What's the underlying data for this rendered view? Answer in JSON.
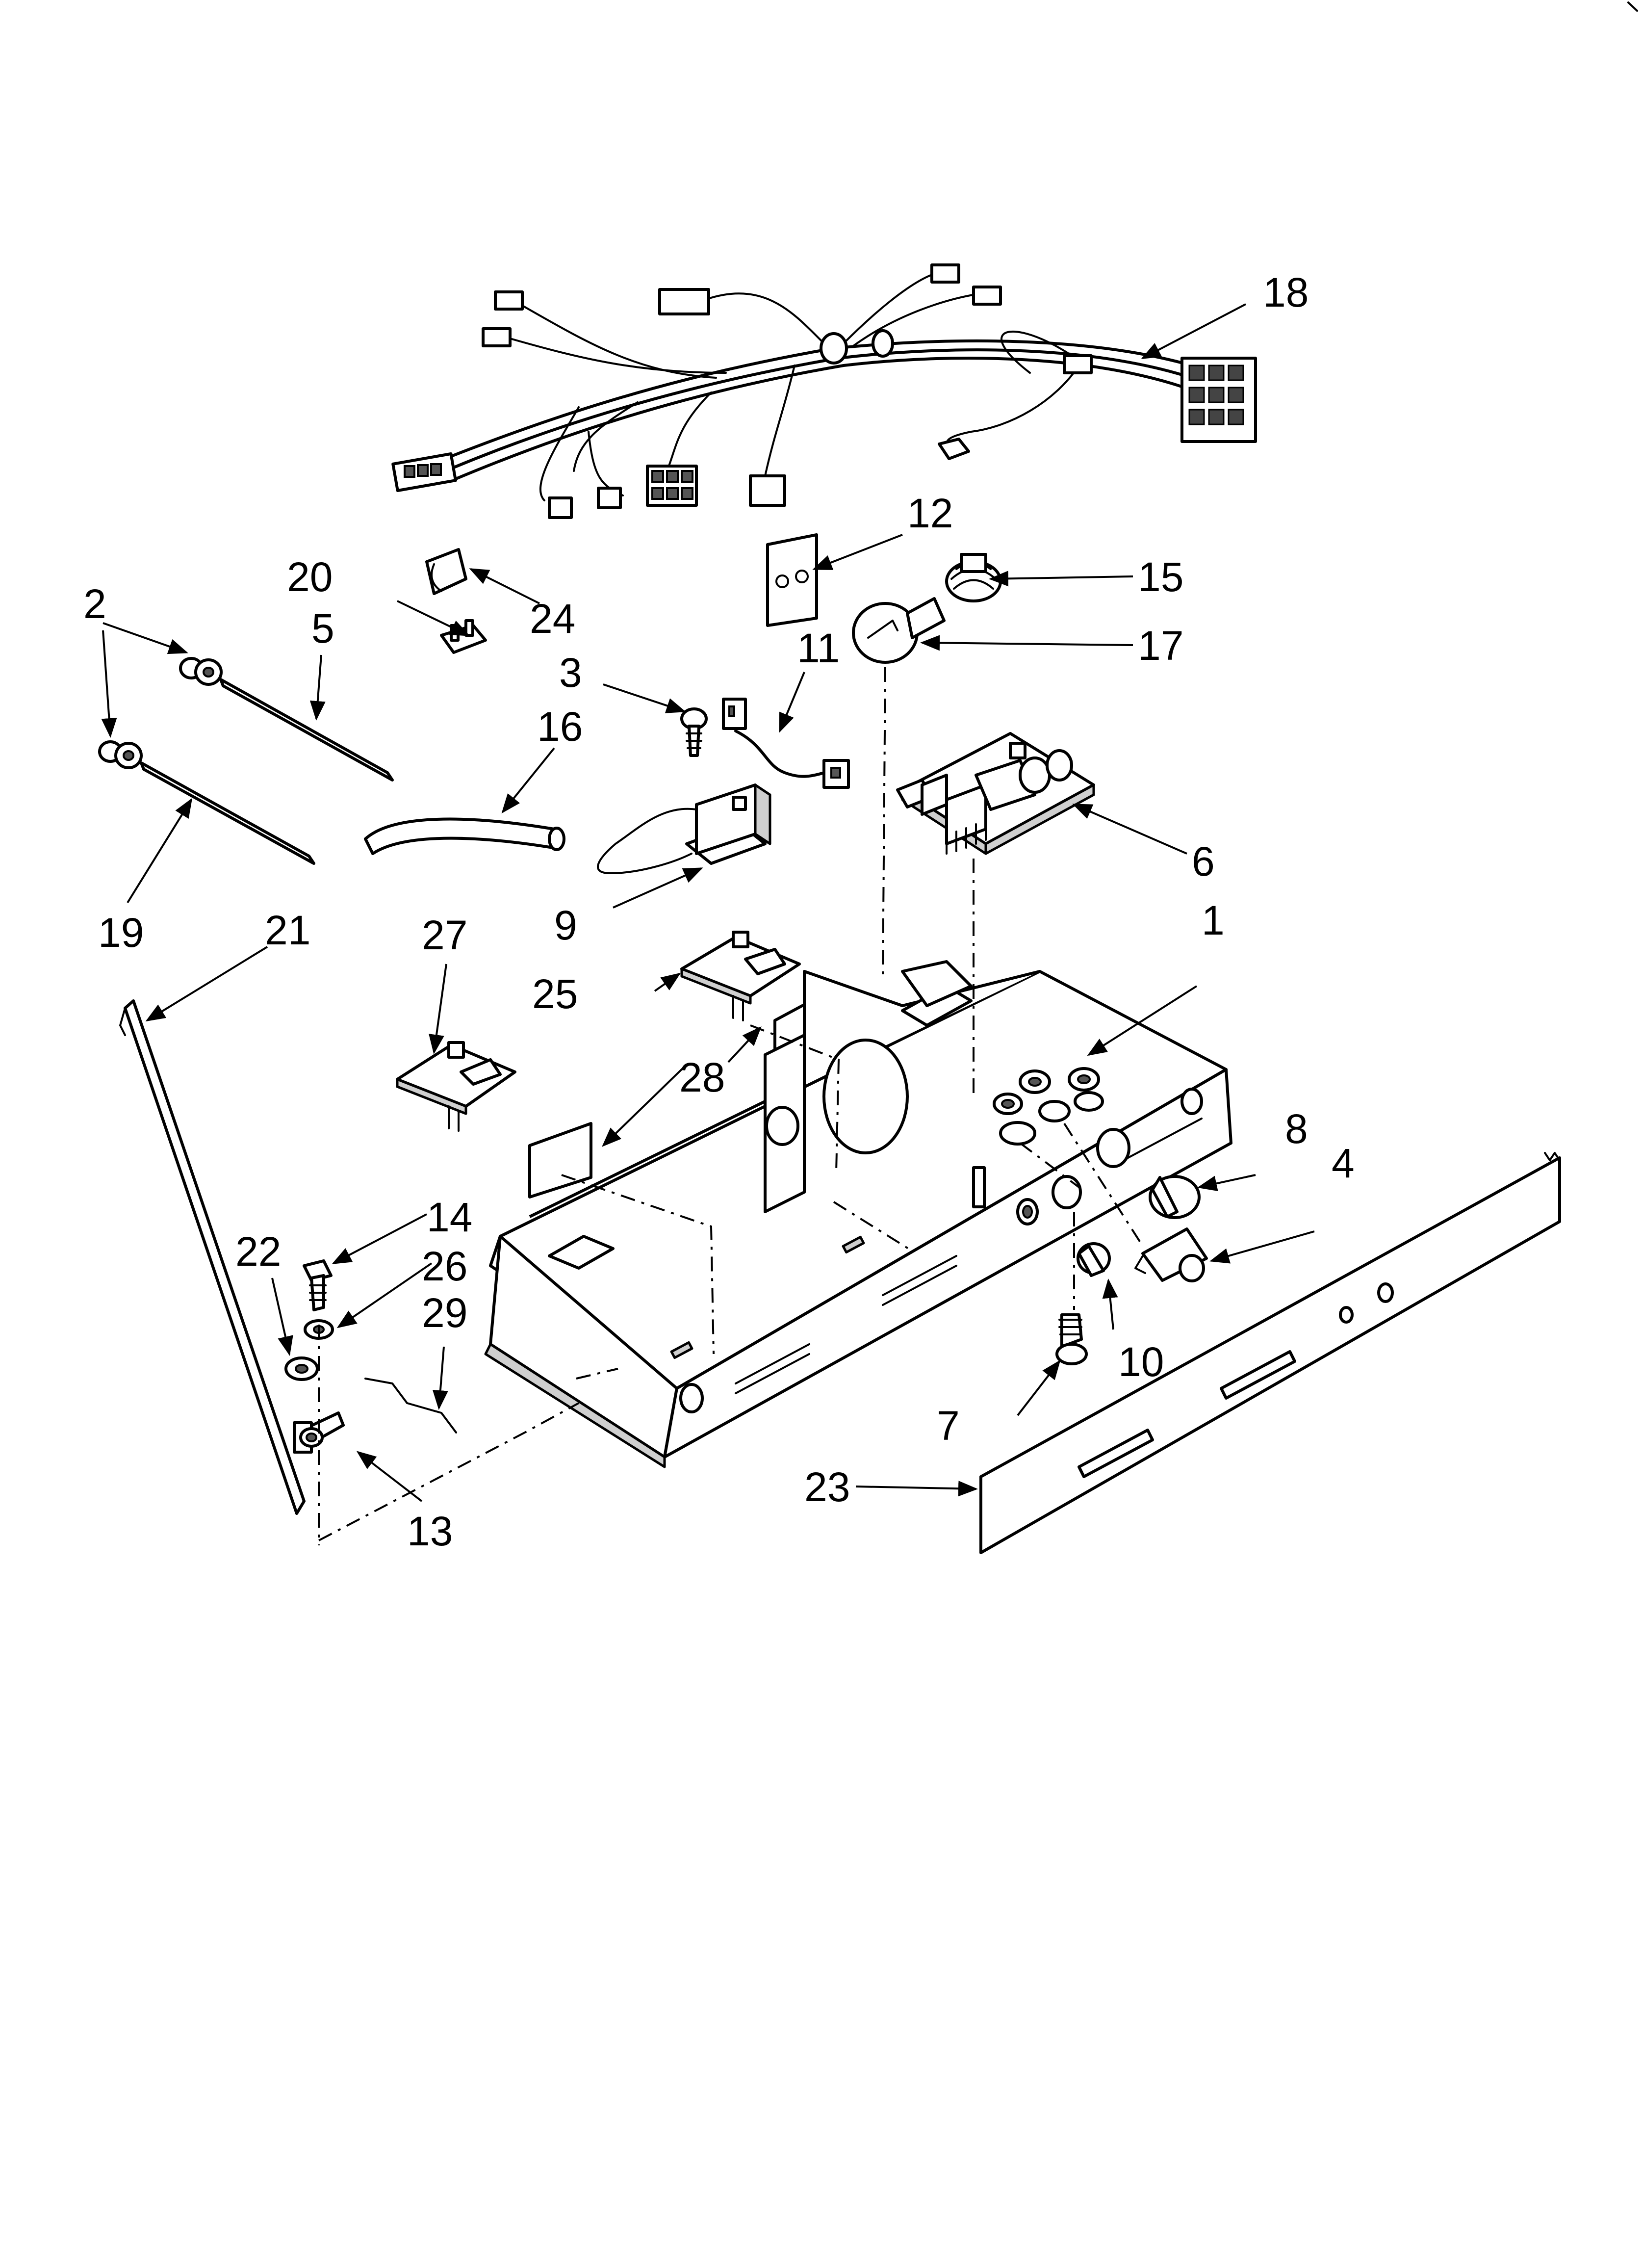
{
  "callouts": [
    {
      "id": "1",
      "text": "1"
    },
    {
      "id": "2",
      "text": "2"
    },
    {
      "id": "3",
      "text": "3"
    },
    {
      "id": "4",
      "text": "4"
    },
    {
      "id": "5",
      "text": "5"
    },
    {
      "id": "6",
      "text": "6"
    },
    {
      "id": "7",
      "text": "7"
    },
    {
      "id": "8",
      "text": "8"
    },
    {
      "id": "9",
      "text": "9"
    },
    {
      "id": "10",
      "text": "10"
    },
    {
      "id": "11",
      "text": "11"
    },
    {
      "id": "12",
      "text": "12"
    },
    {
      "id": "13",
      "text": "13"
    },
    {
      "id": "14",
      "text": "14"
    },
    {
      "id": "15",
      "text": "15"
    },
    {
      "id": "16",
      "text": "16"
    },
    {
      "id": "17",
      "text": "17"
    },
    {
      "id": "18",
      "text": "18"
    },
    {
      "id": "19",
      "text": "19"
    },
    {
      "id": "20",
      "text": "20"
    },
    {
      "id": "21",
      "text": "21"
    },
    {
      "id": "22",
      "text": "22"
    },
    {
      "id": "23",
      "text": "23"
    },
    {
      "id": "24",
      "text": "24"
    },
    {
      "id": "25",
      "text": "25"
    },
    {
      "id": "26",
      "text": "26"
    },
    {
      "id": "27",
      "text": "27"
    },
    {
      "id": "28",
      "text": "28"
    },
    {
      "id": "29",
      "text": "29"
    }
  ]
}
